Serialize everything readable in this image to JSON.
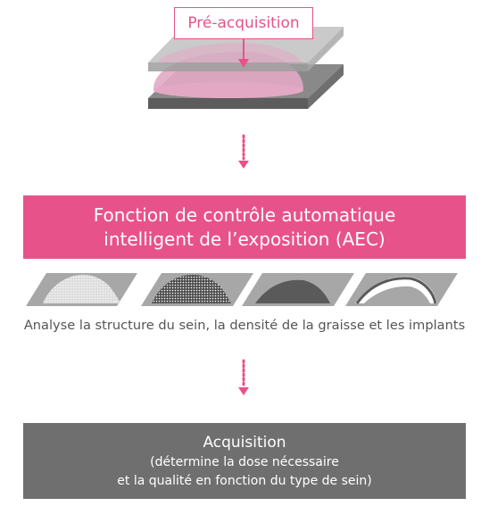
{
  "pre_acquisition": {
    "label": "Pré-acquisition"
  },
  "aec": {
    "line1": "Fonction de contrôle automatique",
    "line2": "intelligent de l’exposition (AEC)"
  },
  "analysis": {
    "caption": "Analyse la structure du sein, la densité de la graisse et les implants"
  },
  "acquisition": {
    "title": "Acquisition",
    "line1": "(détermine la dose nécessaire",
    "line2": "et la qualité en fonction du type de sein)"
  },
  "colors": {
    "accent_pink": "#e8528a",
    "breast_pink": "#e3a8c4",
    "plate_gray": "#6f6f6f",
    "box_gray": "#6f6f6f"
  },
  "icons": [
    "compression-plates-icon",
    "arrow-down-icon",
    "dotted-arrow-icon",
    "breast-tissue-icon"
  ]
}
